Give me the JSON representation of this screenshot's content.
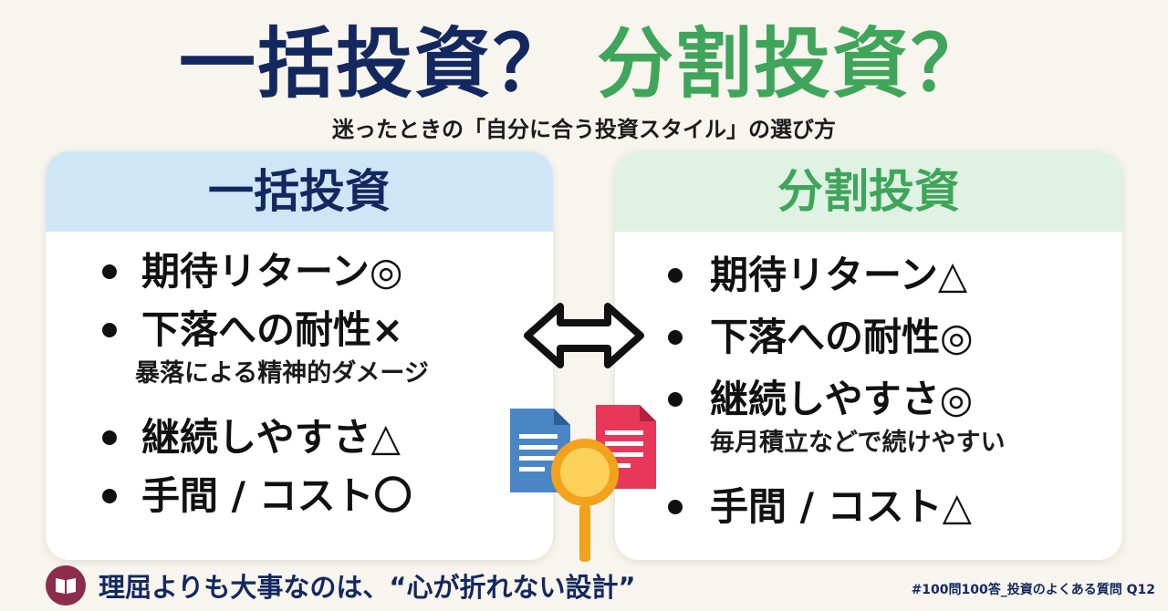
{
  "title": {
    "lump": "一括投資？",
    "split": "分割投資？"
  },
  "subtitle": "迷ったときの「自分に合う投資スタイル」の選び方",
  "left": {
    "heading": "一括投資",
    "items": [
      {
        "text": "期待リターン◎"
      },
      {
        "text": "下落への耐性×",
        "note": "暴落による精神的ダメージ"
      },
      {
        "text": "継続しやすさ△"
      },
      {
        "text": "手間 / コスト〇"
      }
    ]
  },
  "right": {
    "heading": "分割投資",
    "items": [
      {
        "text": "期待リターン△"
      },
      {
        "text": "下落への耐性◎"
      },
      {
        "text": "継続しやすさ◎",
        "note": "毎月積立などで続けやすい"
      },
      {
        "text": "手間 / コスト△"
      }
    ]
  },
  "footer": "理屈よりも大事なのは、“心が折れない設計”",
  "tag": "#100問100答_投資のよくある質問 Q12",
  "icons": {
    "arrow": "double-arrow-icon",
    "docs": "documents-magnifier-icon",
    "book": "book-icon"
  },
  "colors": {
    "navy": "#13285f",
    "green": "#3fa55a",
    "blue_head": "#cfe6f7",
    "green_head": "#dff2e3",
    "book": "#8d2d4e"
  }
}
